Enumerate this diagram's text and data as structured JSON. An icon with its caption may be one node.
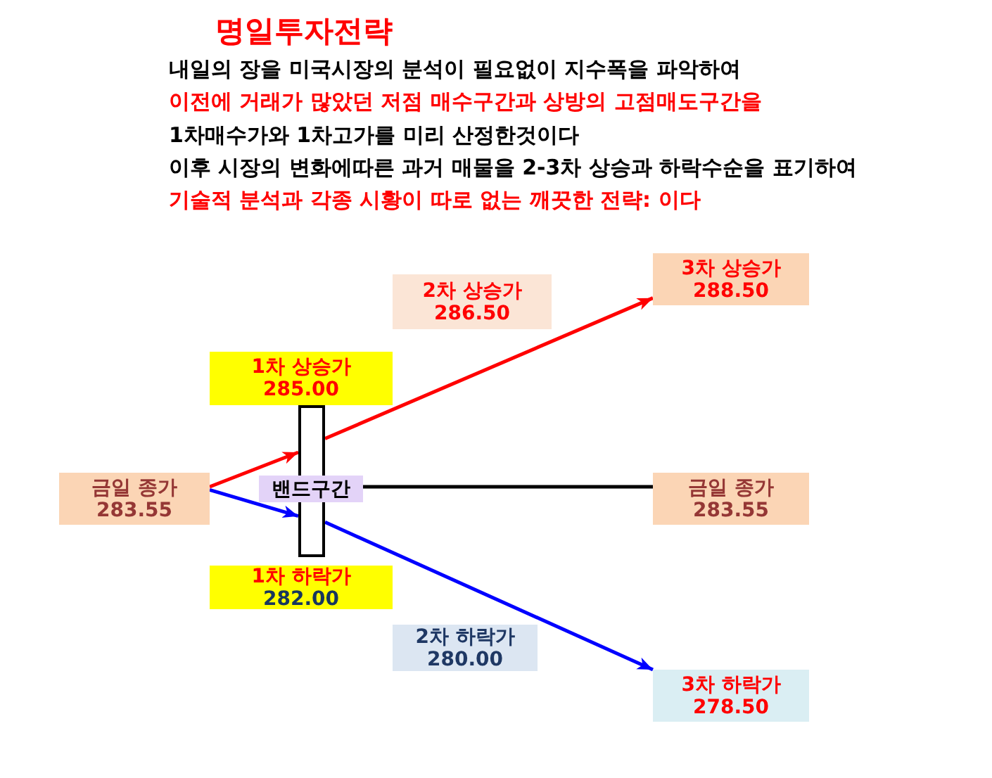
{
  "diagram": {
    "title": "명일투자전략",
    "nodes": [
      {
        "text": [
          "금일 종가",
          "283.55"
        ]
      },
      {
        "text": [
          "1차 상승가",
          "285.00"
        ]
      },
      {
        "text": [],
        "shape": "box"
      },
      {
        "text": [
          "밴드구간"
        ]
      },
      {
        "text": [
          "2차 상승가",
          "286.50"
        ]
      },
      {
        "text": [
          "3차 상승가",
          "288.50"
        ]
      },
      {
        "text": [
          "금일 종가",
          "283.55"
        ]
      },
      {
        "text": [
          "1차 하락가",
          "282.00"
        ]
      },
      {
        "text": [
          "2차 하락가",
          "280.00"
        ]
      },
      {
        "text": [
          "3차 하락가",
          "278.50"
        ]
      }
    ],
    "edges": [
      {
        "from": 0,
        "to": 2,
        "arrow": "to",
        "color": "#ff0000"
      },
      {
        "from": 2,
        "to": 5,
        "arrow": "to",
        "color": "#ff0000"
      },
      {
        "from": 0,
        "to": 2,
        "arrow": "to",
        "color": "#0000ff"
      },
      {
        "from": 2,
        "to": 9,
        "arrow": "to",
        "color": "#0000ff"
      },
      {
        "from": 3,
        "to": 6,
        "arrow": "none",
        "color": "#000000"
      }
    ],
    "labels": [
      "내일의 장을 미국시장의 분석이 필요없이 지수폭을 파악하여",
      "이전에 거래가 많았던 저점 매수구간과 상방의 고점매도구간을",
      "1차매수가와 1차고가를 미리 산정한것이다",
      "이후 시장의 변화에따른 과거 매물을 2-3차 상승과 하락수순을 표기하여",
      "기술적 분석과 각종 시황이 따로 없는 깨끗한 전략: 이다"
    ]
  }
}
